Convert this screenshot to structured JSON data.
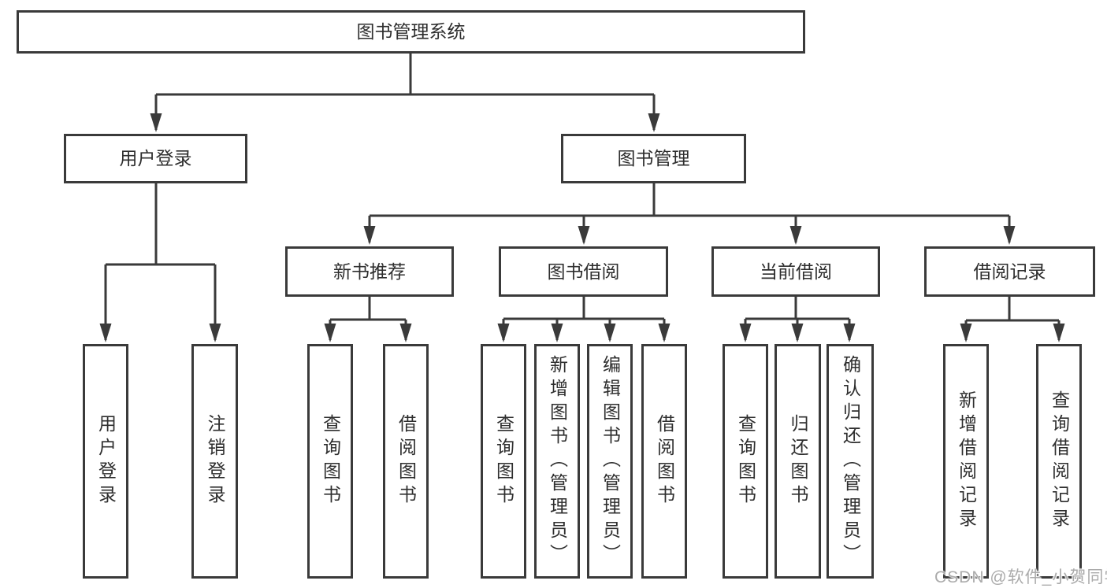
{
  "diagram": {
    "root": "图书管理系统",
    "branches": [
      {
        "label": "用户登录",
        "children": [
          "用户登录",
          "注销登录"
        ]
      },
      {
        "label": "图书管理",
        "children": [
          {
            "label": "新书推荐",
            "children": [
              "查询图书",
              "借阅图书"
            ]
          },
          {
            "label": "图书借阅",
            "children": [
              "查询图书",
              "新增图书（管理员）",
              "编辑图书（管理员）",
              "借阅图书"
            ]
          },
          {
            "label": "当前借阅",
            "children": [
              "查询图书",
              "归还图书",
              "确认归还（管理员）"
            ]
          },
          {
            "label": "借阅记录",
            "children": [
              "新增借阅记录",
              "查询借阅记录"
            ]
          }
        ]
      }
    ]
  },
  "watermark": "CSDN @软件_小贺同学"
}
